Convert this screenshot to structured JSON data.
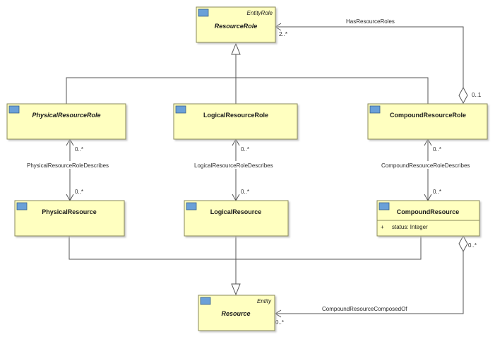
{
  "classes": {
    "resource_role": {
      "name": "ResourceRole",
      "stereotype": "EntityRole",
      "abstract": true
    },
    "physical_resource_role": {
      "name": "PhysicalResourceRole",
      "abstract": true
    },
    "logical_resource_role": {
      "name": "LogicalResourceRole",
      "abstract": false
    },
    "compound_resource_role": {
      "name": "CompoundResourceRole",
      "abstract": false
    },
    "physical_resource": {
      "name": "PhysicalResource",
      "abstract": false
    },
    "logical_resource": {
      "name": "LogicalResource",
      "abstract": false
    },
    "compound_resource": {
      "name": "CompoundResource",
      "abstract": false,
      "attributes": [
        {
          "visibility": "+",
          "text": "status: Integer"
        }
      ]
    },
    "resource": {
      "name": "Resource",
      "stereotype": "Entity",
      "abstract": true
    }
  },
  "associations": {
    "has_resource_roles": {
      "label": "HasResourceRoles",
      "mult_role": "2..*",
      "mult_compound": "0..1"
    },
    "physical_describes": {
      "label": "PhysicalResourceRoleDescribes",
      "mult_top": "0..*",
      "mult_bottom": "0..*"
    },
    "logical_describes": {
      "label": "LogicalResourceRoleDescribes",
      "mult_top": "0..*",
      "mult_bottom": "0..*"
    },
    "compound_describes": {
      "label": "CompoundResourceRoleDescribes",
      "mult_top": "0..*",
      "mult_bottom": "0..*"
    },
    "composed_of": {
      "label": "CompoundResourceComposedOf",
      "mult_compound": "0..*",
      "mult_resource": "0..*"
    }
  },
  "colors": {
    "class_fill": "#ffffc0",
    "class_border": "#8a8a5a",
    "icon_fill": "#6aa0d8",
    "line": "#555555"
  }
}
